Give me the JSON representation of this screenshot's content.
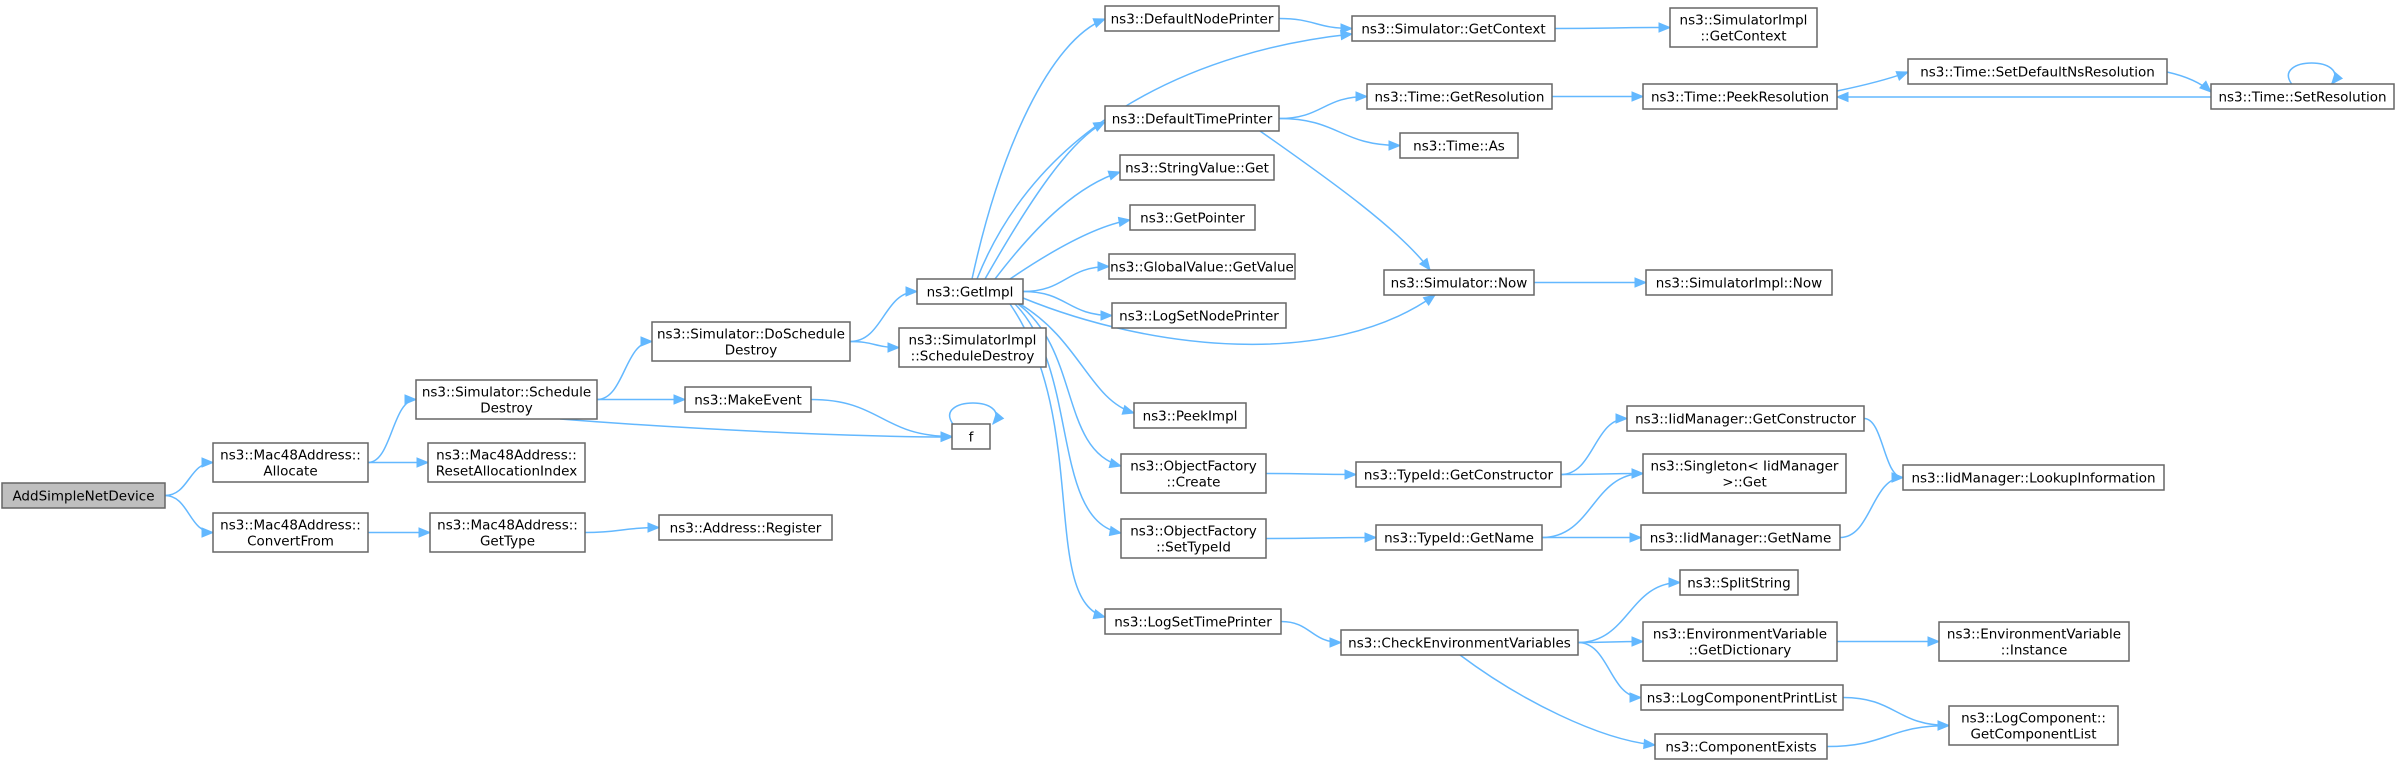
{
  "graph": {
    "nodes": [
      {
        "id": "add",
        "lines": [
          "AddSimpleNetDevice"
        ],
        "root": true
      },
      {
        "id": "m48alloc",
        "lines": [
          "ns3::Mac48Address::",
          "Allocate"
        ]
      },
      {
        "id": "m48conv",
        "lines": [
          "ns3::Mac48Address::",
          "ConvertFrom"
        ]
      },
      {
        "id": "simsd",
        "lines": [
          "ns3::Simulator::Schedule",
          "Destroy"
        ]
      },
      {
        "id": "m48reset",
        "lines": [
          "ns3::Mac48Address::",
          "ResetAllocationIndex"
        ]
      },
      {
        "id": "m48type",
        "lines": [
          "ns3::Mac48Address::",
          "GetType"
        ]
      },
      {
        "id": "addrreg",
        "lines": [
          "ns3::Address::Register"
        ]
      },
      {
        "id": "simdsd",
        "lines": [
          "ns3::Simulator::DoSchedule",
          "Destroy"
        ]
      },
      {
        "id": "makeevent",
        "lines": [
          "ns3::MakeEvent"
        ]
      },
      {
        "id": "f",
        "lines": [
          "f"
        ]
      },
      {
        "id": "getimpl",
        "lines": [
          "ns3::GetImpl"
        ]
      },
      {
        "id": "simimplsd",
        "lines": [
          "ns3::SimulatorImpl",
          "::ScheduleDestroy"
        ]
      },
      {
        "id": "defnode",
        "lines": [
          "ns3::DefaultNodePrinter"
        ]
      },
      {
        "id": "deftime",
        "lines": [
          "ns3::DefaultTimePrinter"
        ]
      },
      {
        "id": "strval",
        "lines": [
          "ns3::StringValue::Get"
        ]
      },
      {
        "id": "getptr",
        "lines": [
          "ns3::GetPointer"
        ]
      },
      {
        "id": "gvget",
        "lines": [
          "ns3::GlobalValue::GetValue"
        ]
      },
      {
        "id": "logsetnode",
        "lines": [
          "ns3::LogSetNodePrinter"
        ]
      },
      {
        "id": "peekimpl",
        "lines": [
          "ns3::PeekImpl"
        ]
      },
      {
        "id": "ofcreate",
        "lines": [
          "ns3::ObjectFactory",
          "::Create"
        ]
      },
      {
        "id": "ofsettid",
        "lines": [
          "ns3::ObjectFactory",
          "::SetTypeId"
        ]
      },
      {
        "id": "logsettime",
        "lines": [
          "ns3::LogSetTimePrinter"
        ]
      },
      {
        "id": "simctx",
        "lines": [
          "ns3::Simulator::GetContext"
        ]
      },
      {
        "id": "simimplctx",
        "lines": [
          "ns3::SimulatorImpl",
          "::GetContext"
        ]
      },
      {
        "id": "timeres",
        "lines": [
          "ns3::Time::GetResolution"
        ]
      },
      {
        "id": "timeas",
        "lines": [
          "ns3::Time::As"
        ]
      },
      {
        "id": "simnow",
        "lines": [
          "ns3::Simulator::Now"
        ]
      },
      {
        "id": "simimplnow",
        "lines": [
          "ns3::SimulatorImpl::Now"
        ]
      },
      {
        "id": "timepeek",
        "lines": [
          "ns3::Time::PeekResolution"
        ]
      },
      {
        "id": "timesetdef",
        "lines": [
          "ns3::Time::SetDefaultNsResolution"
        ]
      },
      {
        "id": "timesetres",
        "lines": [
          "ns3::Time::SetResolution"
        ]
      },
      {
        "id": "tidgetctor",
        "lines": [
          "ns3::TypeId::GetConstructor"
        ]
      },
      {
        "id": "tidgetname",
        "lines": [
          "ns3::TypeId::GetName"
        ]
      },
      {
        "id": "iidgetctor",
        "lines": [
          "ns3::IidManager::GetConstructor"
        ]
      },
      {
        "id": "singleton",
        "lines": [
          "ns3::Singleton< IidManager",
          ">::Get"
        ]
      },
      {
        "id": "iidgetname",
        "lines": [
          "ns3::IidManager::GetName"
        ]
      },
      {
        "id": "iidlookup",
        "lines": [
          "ns3::IidManager::LookupInformation"
        ]
      },
      {
        "id": "checkenv",
        "lines": [
          "ns3::CheckEnvironmentVariables"
        ]
      },
      {
        "id": "splitstr",
        "lines": [
          "ns3::SplitString"
        ]
      },
      {
        "id": "envdict",
        "lines": [
          "ns3::EnvironmentVariable",
          "::GetDictionary"
        ]
      },
      {
        "id": "envinst",
        "lines": [
          "ns3::EnvironmentVariable",
          "::Instance"
        ]
      },
      {
        "id": "logprint",
        "lines": [
          "ns3::LogComponentPrintList"
        ]
      },
      {
        "id": "compexists",
        "lines": [
          "ns3::ComponentExists"
        ]
      },
      {
        "id": "logcomplist",
        "lines": [
          "ns3::LogComponent::",
          "GetComponentList"
        ]
      }
    ],
    "edges": [
      [
        "add",
        "m48alloc"
      ],
      [
        "add",
        "m48conv"
      ],
      [
        "m48alloc",
        "simsd"
      ],
      [
        "m48alloc",
        "m48reset"
      ],
      [
        "m48conv",
        "m48type"
      ],
      [
        "m48type",
        "addrreg"
      ],
      [
        "simsd",
        "simdsd"
      ],
      [
        "simsd",
        "makeevent"
      ],
      [
        "simsd",
        "f"
      ],
      [
        "makeevent",
        "f"
      ],
      [
        "f",
        "f"
      ],
      [
        "simdsd",
        "getimpl"
      ],
      [
        "simdsd",
        "simimplsd"
      ],
      [
        "getimpl",
        "defnode"
      ],
      [
        "getimpl",
        "simctx"
      ],
      [
        "getimpl",
        "deftime"
      ],
      [
        "getimpl",
        "strval"
      ],
      [
        "getimpl",
        "getptr"
      ],
      [
        "getimpl",
        "gvget"
      ],
      [
        "getimpl",
        "logsetnode"
      ],
      [
        "getimpl",
        "simnow"
      ],
      [
        "getimpl",
        "peekimpl"
      ],
      [
        "getimpl",
        "ofcreate"
      ],
      [
        "getimpl",
        "ofsettid"
      ],
      [
        "getimpl",
        "logsettime"
      ],
      [
        "defnode",
        "simctx"
      ],
      [
        "simctx",
        "simimplctx"
      ],
      [
        "deftime",
        "timeres"
      ],
      [
        "deftime",
        "timeas"
      ],
      [
        "deftime",
        "simnow"
      ],
      [
        "timeres",
        "timepeek"
      ],
      [
        "timepeek",
        "timesetdef"
      ],
      [
        "timesetdef",
        "timesetres"
      ],
      [
        "timesetres",
        "timepeek"
      ],
      [
        "timesetres",
        "timesetres"
      ],
      [
        "simnow",
        "simimplnow"
      ],
      [
        "ofcreate",
        "tidgetctor"
      ],
      [
        "tidgetctor",
        "iidgetctor"
      ],
      [
        "tidgetctor",
        "singleton"
      ],
      [
        "iidgetctor",
        "iidlookup"
      ],
      [
        "ofsettid",
        "tidgetname"
      ],
      [
        "tidgetname",
        "singleton"
      ],
      [
        "tidgetname",
        "iidgetname"
      ],
      [
        "iidgetname",
        "iidlookup"
      ],
      [
        "logsettime",
        "checkenv"
      ],
      [
        "checkenv",
        "splitstr"
      ],
      [
        "checkenv",
        "envdict"
      ],
      [
        "checkenv",
        "logprint"
      ],
      [
        "checkenv",
        "compexists"
      ],
      [
        "envdict",
        "envinst"
      ],
      [
        "logprint",
        "logcomplist"
      ],
      [
        "compexists",
        "logcomplist"
      ]
    ]
  }
}
